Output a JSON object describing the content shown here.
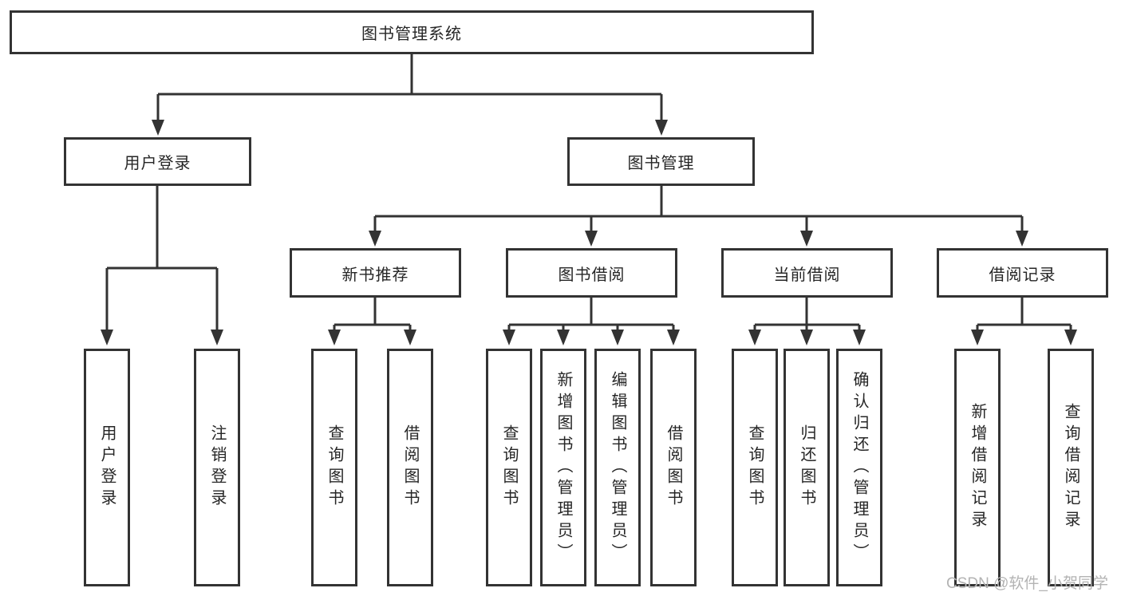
{
  "diagram": {
    "root": {
      "label": "图书管理系统"
    },
    "branches": [
      {
        "label": "用户登录",
        "children": [
          "用户登录",
          "注销登录"
        ]
      },
      {
        "label": "图书管理",
        "groups": [
          {
            "label": "新书推荐",
            "children": [
              "查询图书",
              "借阅图书"
            ]
          },
          {
            "label": "图书借阅",
            "children": [
              "查询图书",
              "新增图书（管理员）",
              "编辑图书（管理员）",
              "借阅图书"
            ]
          },
          {
            "label": "当前借阅",
            "children": [
              "查询图书",
              "归还图书",
              "确认归还（管理员）"
            ]
          },
          {
            "label": "借阅记录",
            "children": [
              "新增借阅记录",
              "查询借阅记录"
            ]
          }
        ]
      }
    ]
  },
  "watermark": {
    "text": "CSDN @软件_小贺同学"
  },
  "colors": {
    "line": "#333333",
    "text": "#262626",
    "background": "#ffffff",
    "watermark": "#b3b3b3"
  }
}
